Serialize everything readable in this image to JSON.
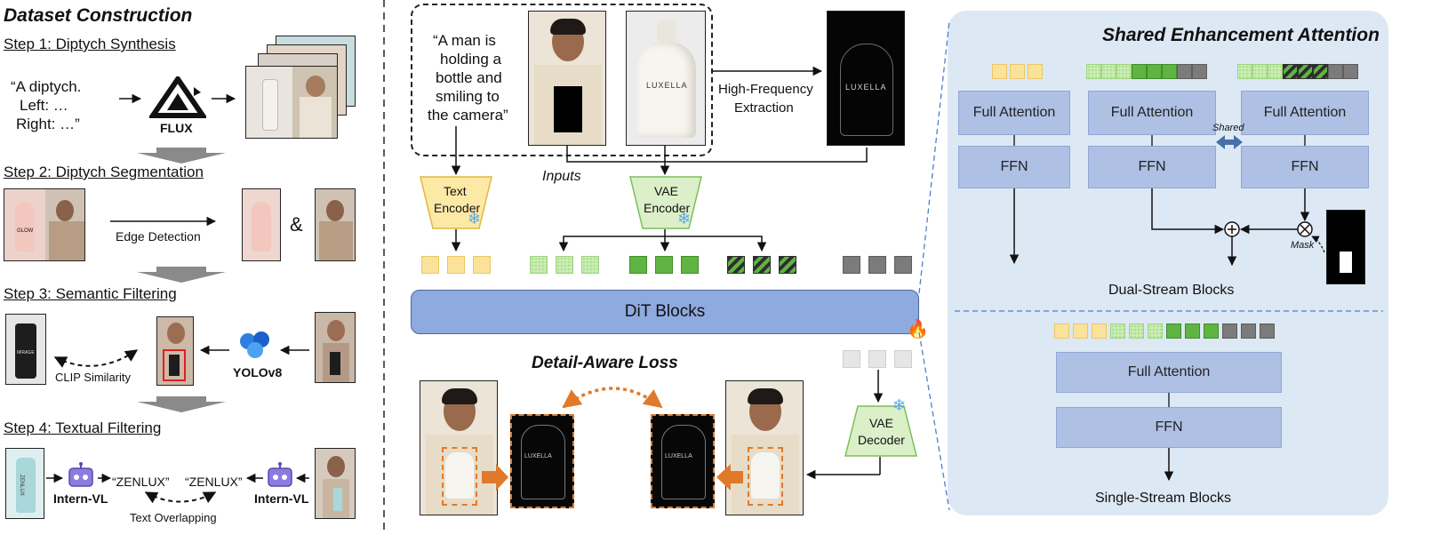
{
  "left": {
    "title": "Dataset Construction",
    "step1": "Step 1: Diptych Synthesis",
    "prompt_lines": [
      "“A diptych.",
      "Left: …",
      "Right: …”"
    ],
    "flux_label": "FLUX",
    "step2": "Step 2: Diptych Segmentation",
    "edge_detection": "Edge Detection",
    "ampersand": "&",
    "step3": "Step 3: Semantic Filtering",
    "clip_similarity": "CLIP Similarity",
    "yolo_label": "YOLOv8",
    "step4": "Step 4: Textual Filtering",
    "internvl_label": "Intern-VL",
    "zenlux_quote": "“ZENLUX”",
    "text_overlapping": "Text Overlapping",
    "bottle_text_glow": "GLOW",
    "bottle_text_mirage": "MIRAGE",
    "bottle_text_zenlux": "ZENLUX"
  },
  "middle": {
    "prompt_text": [
      "“A man is",
      "holding a",
      "bottle and",
      "smiling to",
      "the camera”"
    ],
    "inputs_label": "Inputs",
    "hf_extraction": [
      "High-Frequency",
      "Extraction"
    ],
    "text_encoder": [
      "Text",
      "Encoder"
    ],
    "vae_encoder": [
      "VAE",
      "Encoder"
    ],
    "dit_blocks": "DiT Blocks",
    "detail_loss": "Detail-Aware Loss",
    "vae_decoder": [
      "VAE",
      "Decoder"
    ],
    "bottle_brand": "LUXELLA"
  },
  "right": {
    "title": "Shared Enhancement Attention",
    "full_attention": "Full Attention",
    "ffn": "FFN",
    "shared": "Shared",
    "mask": "Mask",
    "dual_stream": "Dual-Stream Blocks",
    "single_stream": "Single-Stream Blocks"
  },
  "colors": {
    "panel_bg": "#dde8f5",
    "block_fill": "#aec0e4",
    "dit_fill": "#8eaadf",
    "text_encoder_fill": "#fde9a6",
    "vae_fill": "#dbefc9",
    "orange": "#e07a2a"
  }
}
